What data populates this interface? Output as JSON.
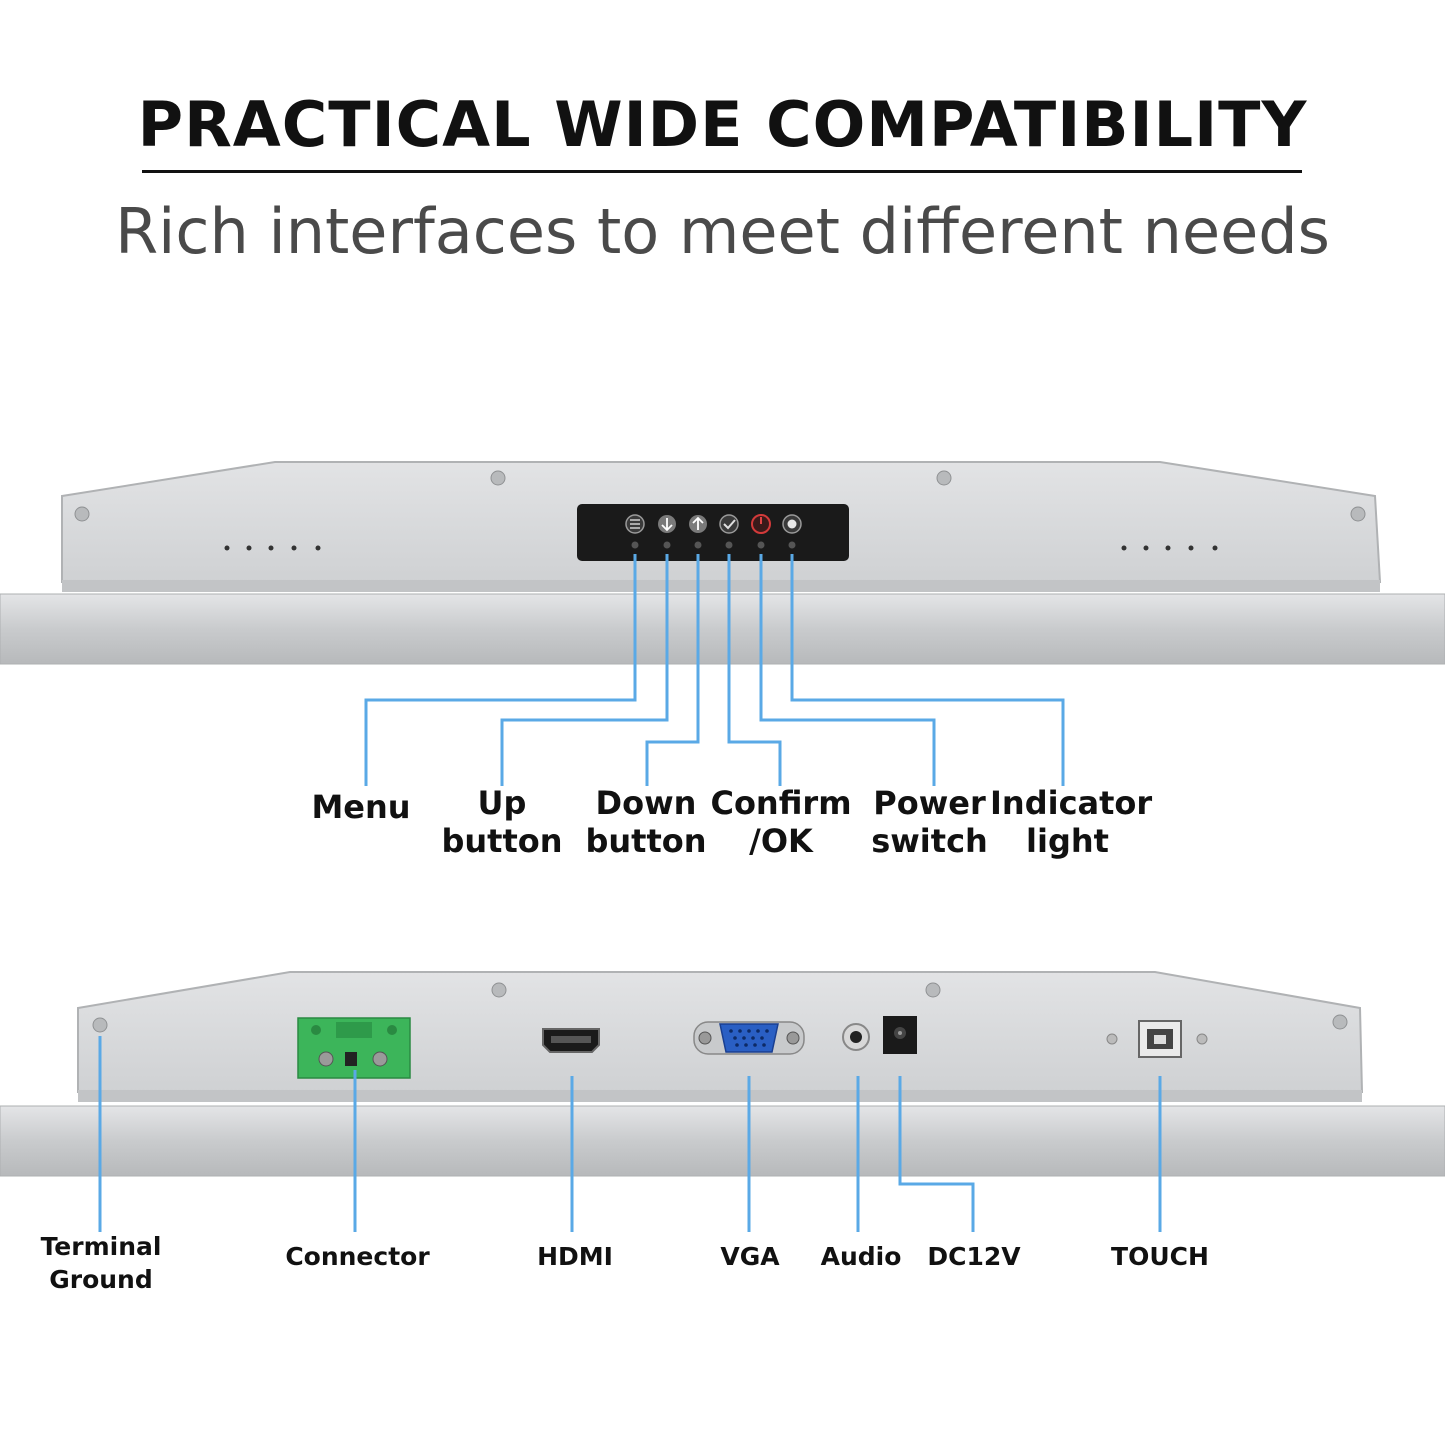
{
  "header": {
    "title": "PRACTICAL WIDE COMPATIBILITY",
    "subtitle": "Rich interfaces to meet different needs"
  },
  "top_panel": {
    "labels": [
      {
        "line1": "Menu",
        "line2": ""
      },
      {
        "line1": "Up",
        "line2": "button"
      },
      {
        "line1": "Down",
        "line2": "button"
      },
      {
        "line1": "Confirm",
        "line2": "/OK"
      },
      {
        "line1": "Power",
        "line2": "switch"
      },
      {
        "line1": "Indicator",
        "line2": "light"
      }
    ]
  },
  "bottom_panel": {
    "labels": [
      {
        "line1": "Terminal",
        "line2": "Ground"
      },
      {
        "line1": "Connector",
        "line2": ""
      },
      {
        "line1": "HDMI",
        "line2": ""
      },
      {
        "line1": "VGA",
        "line2": ""
      },
      {
        "line1": "Audio",
        "line2": ""
      },
      {
        "line1": "DC12V",
        "line2": ""
      },
      {
        "line1": "TOUCH",
        "line2": ""
      }
    ]
  },
  "colors": {
    "leader_line": "#5aa9e6",
    "panel_metal": "#d2d4d6",
    "button_strip": "#1a1a1a",
    "terminal_block": "#3cb55a",
    "vga_port": "#2a5fc4"
  }
}
